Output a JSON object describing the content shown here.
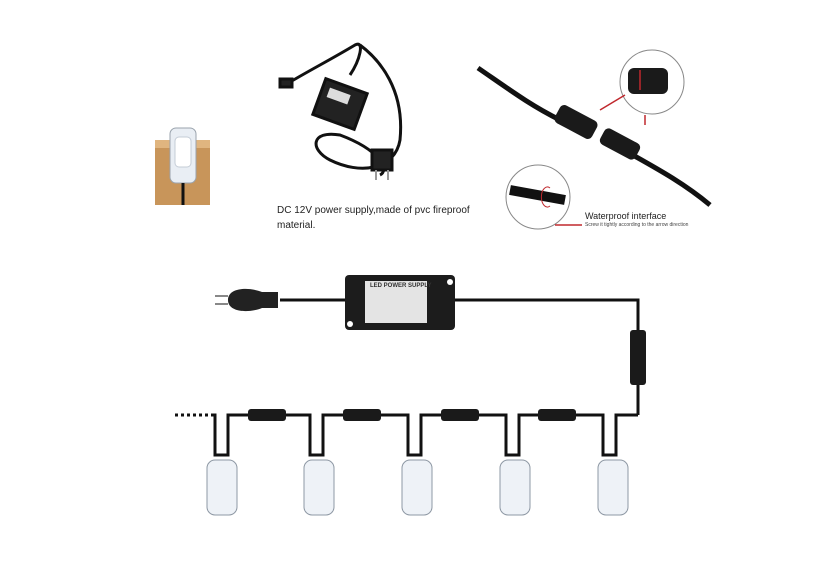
{
  "captions": {
    "power_supply": "DC 12V power supply,made of pvc fireproof material.",
    "interface_title": "Waterproof interface",
    "interface_note": "Screw it tightly according to the arrow direction"
  },
  "diagram": {
    "psu_label": "LED POWER SUPPLY",
    "light_count": 5
  },
  "colors": {
    "cable": "#111111",
    "arrow": "#c0282d",
    "wood": "#c8955a"
  }
}
